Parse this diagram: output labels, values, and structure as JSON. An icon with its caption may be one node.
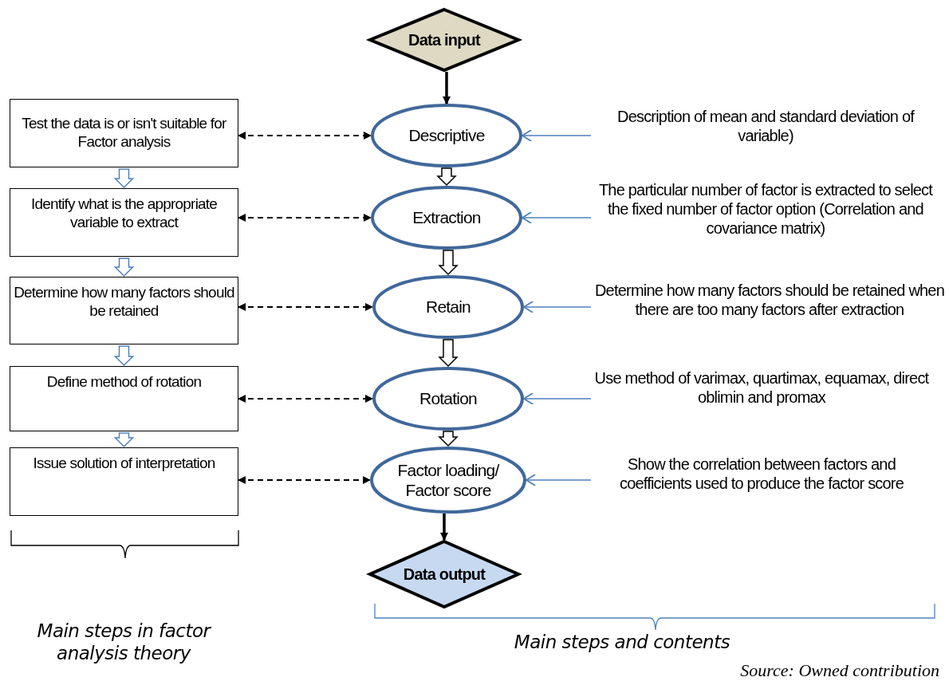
{
  "diagram": {
    "nodes": [
      {
        "text": [
          "Data input"
        ]
      },
      {
        "text": [
          "Test the data is or isn't suitable for Factor analysis"
        ]
      },
      {
        "text": [
          "Identify what is the appropriate variable to extract"
        ]
      },
      {
        "text": [
          "Determine how many factors should be retained"
        ]
      },
      {
        "text": [
          "Define method of rotation"
        ]
      },
      {
        "text": [
          "Issue solution of interpretation"
        ]
      },
      {
        "text": [
          "Descriptive"
        ]
      },
      {
        "text": [
          "Extraction"
        ]
      },
      {
        "text": [
          "Retain"
        ]
      },
      {
        "text": [
          "Rotation"
        ]
      },
      {
        "text": [
          "Factor loading/ Factor score"
        ]
      },
      {
        "text": [
          "Data output"
        ]
      },
      {
        "text": [
          "Description of mean and standard deviation of variable)"
        ]
      },
      {
        "text": [
          "The particular number of factor is extracted to select the fixed number of factor option (Correlation and covariance matrix)"
        ]
      },
      {
        "text": [
          "Determine how many factors should be retained when there are too many factors after extraction"
        ]
      },
      {
        "text": [
          "Use method of varimax, quartimax, equamax, direct oblimin and promax"
        ]
      },
      {
        "text": [
          "Show the correlation between factors and coefficients used to produce the factor score"
        ]
      }
    ],
    "edges": [
      {
        "from": 0,
        "to": 6,
        "arrow": "to"
      },
      {
        "from": 1,
        "to": 2,
        "arrow": "to",
        "style": "thick",
        "color": "#4f81bd"
      },
      {
        "from": 2,
        "to": 3,
        "arrow": "to",
        "style": "thick",
        "color": "#4f81bd"
      },
      {
        "from": 3,
        "to": 4,
        "arrow": "to",
        "style": "thick",
        "color": "#4f81bd"
      },
      {
        "from": 4,
        "to": 5,
        "arrow": "to",
        "style": "thick",
        "color": "#4f81bd"
      },
      {
        "from": 6,
        "to": 7,
        "arrow": "to",
        "style": "thick"
      },
      {
        "from": 7,
        "to": 8,
        "arrow": "to",
        "style": "thick"
      },
      {
        "from": 8,
        "to": 9,
        "arrow": "to",
        "style": "thick"
      },
      {
        "from": 9,
        "to": 10,
        "arrow": "to",
        "style": "thick"
      },
      {
        "from": 10,
        "to": 11,
        "arrow": "to"
      },
      {
        "from": 1,
        "to": 6,
        "arrow": "both",
        "style": "dashed"
      },
      {
        "from": 2,
        "to": 7,
        "arrow": "both",
        "style": "dashed"
      },
      {
        "from": 3,
        "to": 8,
        "arrow": "both",
        "style": "dashed"
      },
      {
        "from": 4,
        "to": 9,
        "arrow": "both",
        "style": "dashed"
      },
      {
        "from": 5,
        "to": 10,
        "arrow": "both",
        "style": "dashed"
      },
      {
        "from": 12,
        "to": 6,
        "arrow": "to",
        "color": "#4f81bd"
      },
      {
        "from": 13,
        "to": 7,
        "arrow": "to",
        "color": "#4f81bd"
      },
      {
        "from": 14,
        "to": 8,
        "arrow": "to",
        "color": "#4f81bd"
      },
      {
        "from": 15,
        "to": 9,
        "arrow": "to",
        "color": "#4f81bd"
      },
      {
        "from": 16,
        "to": 10,
        "arrow": "to",
        "color": "#4f81bd"
      }
    ],
    "labels": [
      "Main steps in factor analysis theory",
      "Main steps and contents",
      "Source: Owned contribution"
    ]
  }
}
